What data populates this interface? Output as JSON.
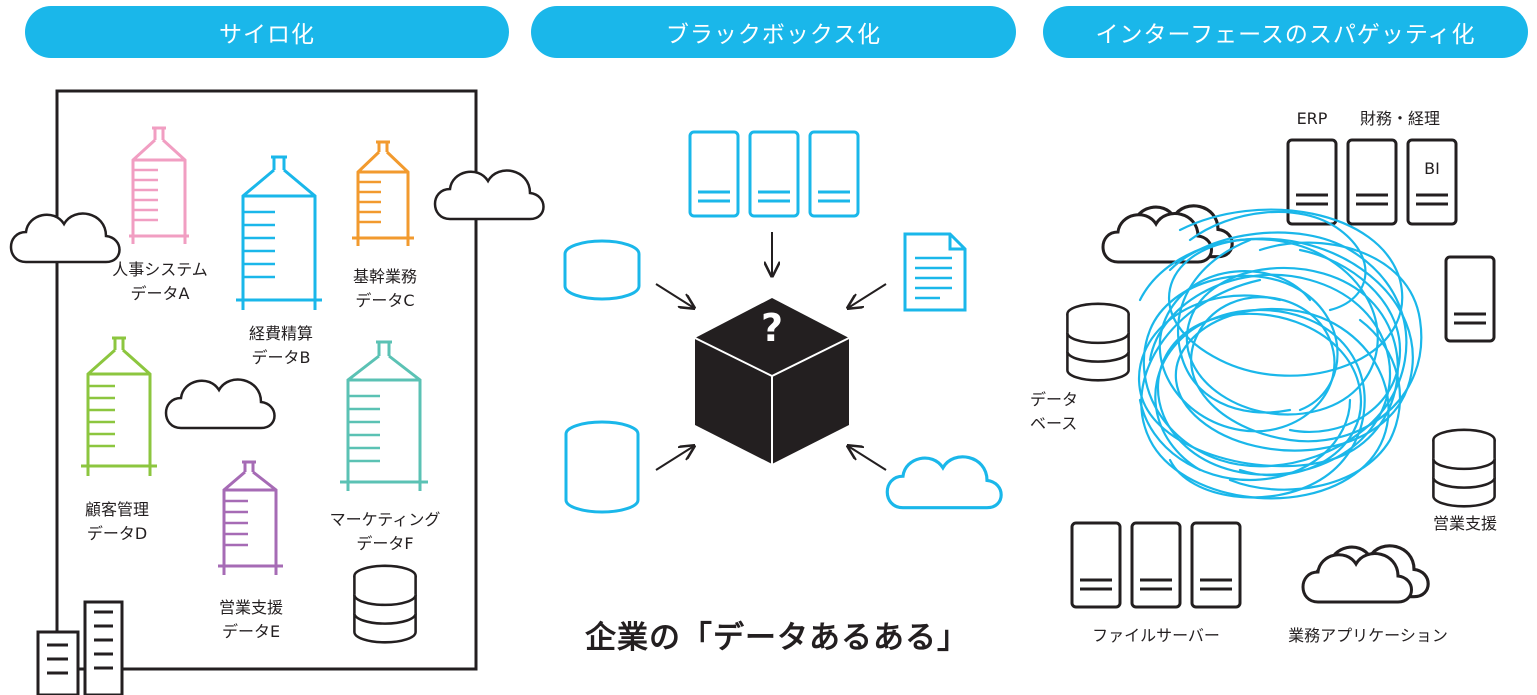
{
  "headers": [
    "サイロ化",
    "ブラックボックス化",
    "インターフェースのスパゲッティ化"
  ],
  "silo_labels": {
    "a_line1": "人事システム",
    "a_line2": "データA",
    "b_line1": "経費精算",
    "b_line2": "データB",
    "c_line1": "基幹業務",
    "c_line2": "データC",
    "d_line1": "顧客管理",
    "d_line2": "データD",
    "e_line1": "営業支援",
    "e_line2": "データE",
    "f_line1": "マーケティング",
    "f_line2": "データF"
  },
  "blackbox_caption": "企業の「データあるある」",
  "blackbox_symbol": "?",
  "spaghetti_labels": {
    "erp": "ERP",
    "finance": "財務・経理",
    "bi": "BI",
    "database_line1": "データ",
    "database_line2": "ベース",
    "sales_support": "営業支援",
    "file_server": "ファイルサーバー",
    "business_apps": "業務アプリケーション"
  },
  "colors": {
    "accent": "#1ab7ea",
    "silo_a": "#f19ec2",
    "silo_b": "#1ab7ea",
    "silo_c": "#f29a2e",
    "silo_d": "#8cc63f",
    "silo_e": "#a66bb5",
    "silo_f": "#5bc2b4",
    "dark": "#231f20"
  },
  "icons": [
    "cloud-icon",
    "silo-icon",
    "database-icon",
    "server-icon",
    "document-icon",
    "building-icon",
    "black-box-cube-icon",
    "arrow-icon"
  ]
}
